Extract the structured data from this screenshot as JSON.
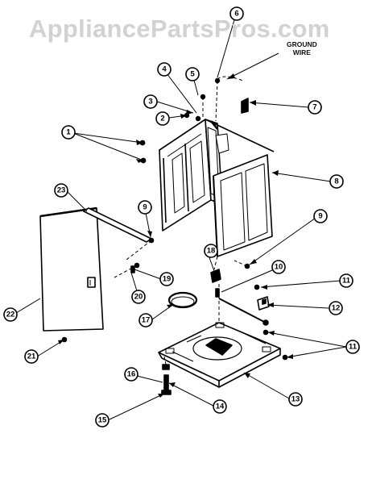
{
  "watermark": "AppliancePartsPros.com",
  "ground_wire": {
    "line1": "GROUND",
    "line2": "WIRE"
  },
  "callouts": [
    "1",
    "2",
    "3",
    "4",
    "5",
    "6",
    "7",
    "8",
    "9",
    "9",
    "10",
    "11",
    "11",
    "12",
    "13",
    "14",
    "15",
    "16",
    "17",
    "18",
    "19",
    "20",
    "21",
    "22",
    "23"
  ]
}
